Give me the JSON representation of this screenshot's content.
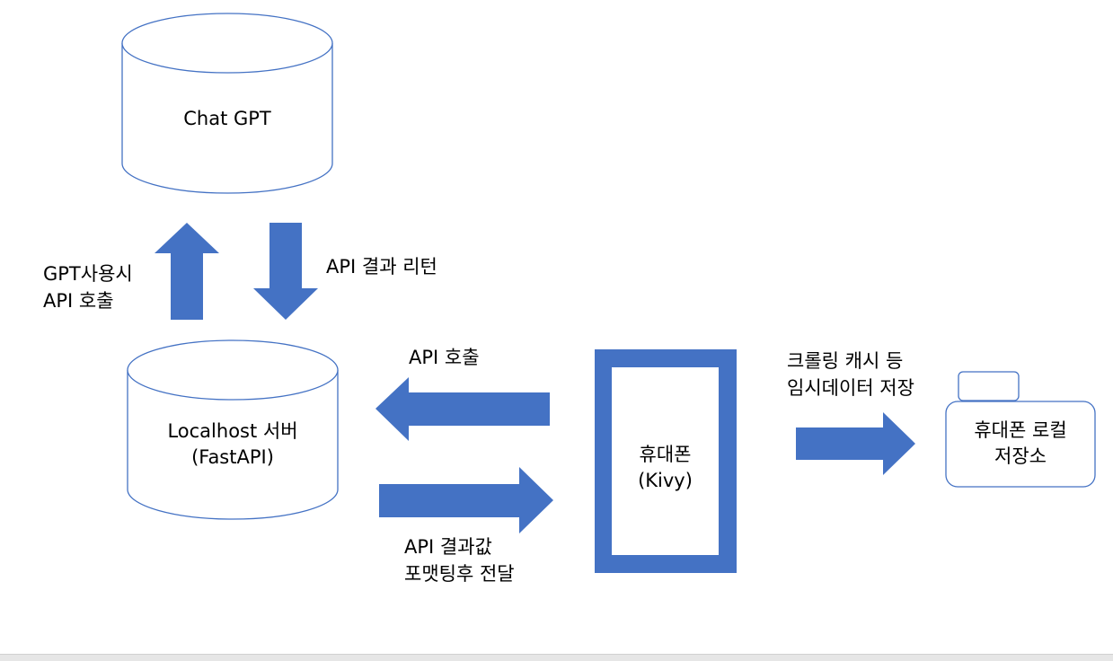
{
  "colors": {
    "arrow_fill": "#4472c4",
    "outline": "#4472c4",
    "background": "#ffffff",
    "text": "#000000"
  },
  "nodes": {
    "chatgpt": {
      "label": "Chat GPT"
    },
    "localhost": {
      "label": "Localhost 서버\n(FastAPI)"
    },
    "phone": {
      "label": "휴대폰\n(Kivy)"
    },
    "local_storage": {
      "label": "휴대폰 로컬\n저장소"
    }
  },
  "edges": {
    "gpt_call": {
      "label": "GPT사용시\nAPI 호출"
    },
    "api_return": {
      "label": "API 결과 리턴"
    },
    "phone_to_server": {
      "label": "API 호출"
    },
    "server_to_phone": {
      "label": "API 결과값\n포맷팅후 전달"
    },
    "phone_to_storage": {
      "label": "크롤링 캐시 등\n임시데이터 저장"
    }
  }
}
